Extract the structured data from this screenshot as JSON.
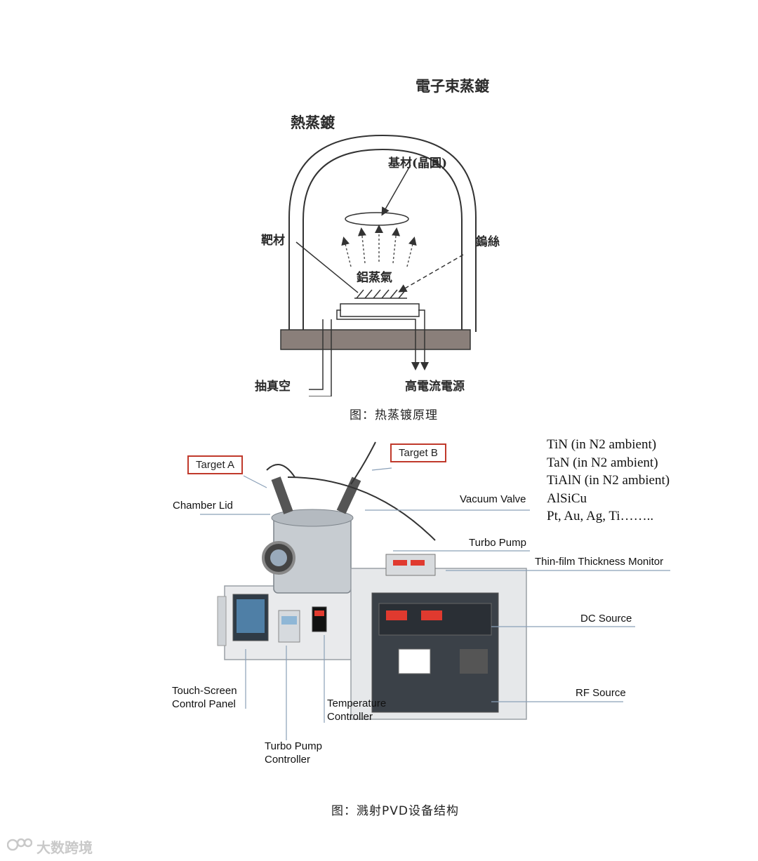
{
  "figure1": {
    "title_ebeam": "電子束蒸鍍",
    "title_thermal": "熱蒸鍍",
    "label_substrate": "基材(晶圓)",
    "label_target": "靶材",
    "label_filament": "鎢絲",
    "label_vapor": "鋁蒸氣",
    "label_vacuum": "抽真空",
    "label_power": "高電流電源",
    "caption": "图：热蒸镀原理"
  },
  "figure2": {
    "target_a": "Target A",
    "target_b": "Target B",
    "chamber_lid": "Chamber Lid",
    "vacuum_valve": "Vacuum Valve",
    "turbo_pump": "Turbo Pump",
    "thickness_monitor": "Thin-film Thickness Monitor",
    "dc_source": "DC Source",
    "rf_source": "RF Source",
    "touch_screen_1": "Touch-Screen",
    "touch_screen_2": "Control Panel",
    "temp_1": "Temperature",
    "temp_2": "Controller",
    "turbo_ctrl_1": "Turbo Pump",
    "turbo_ctrl_2": "Controller",
    "materials": [
      "TiN  (in N2 ambient)",
      "TaN (in N2 ambient)",
      "TiAlN (in N2 ambient)",
      "AlSiCu",
      "Pt, Au, Ag, Ti…….."
    ],
    "caption": "图：溅射PVD设备结构"
  },
  "watermark": "大数跨境"
}
